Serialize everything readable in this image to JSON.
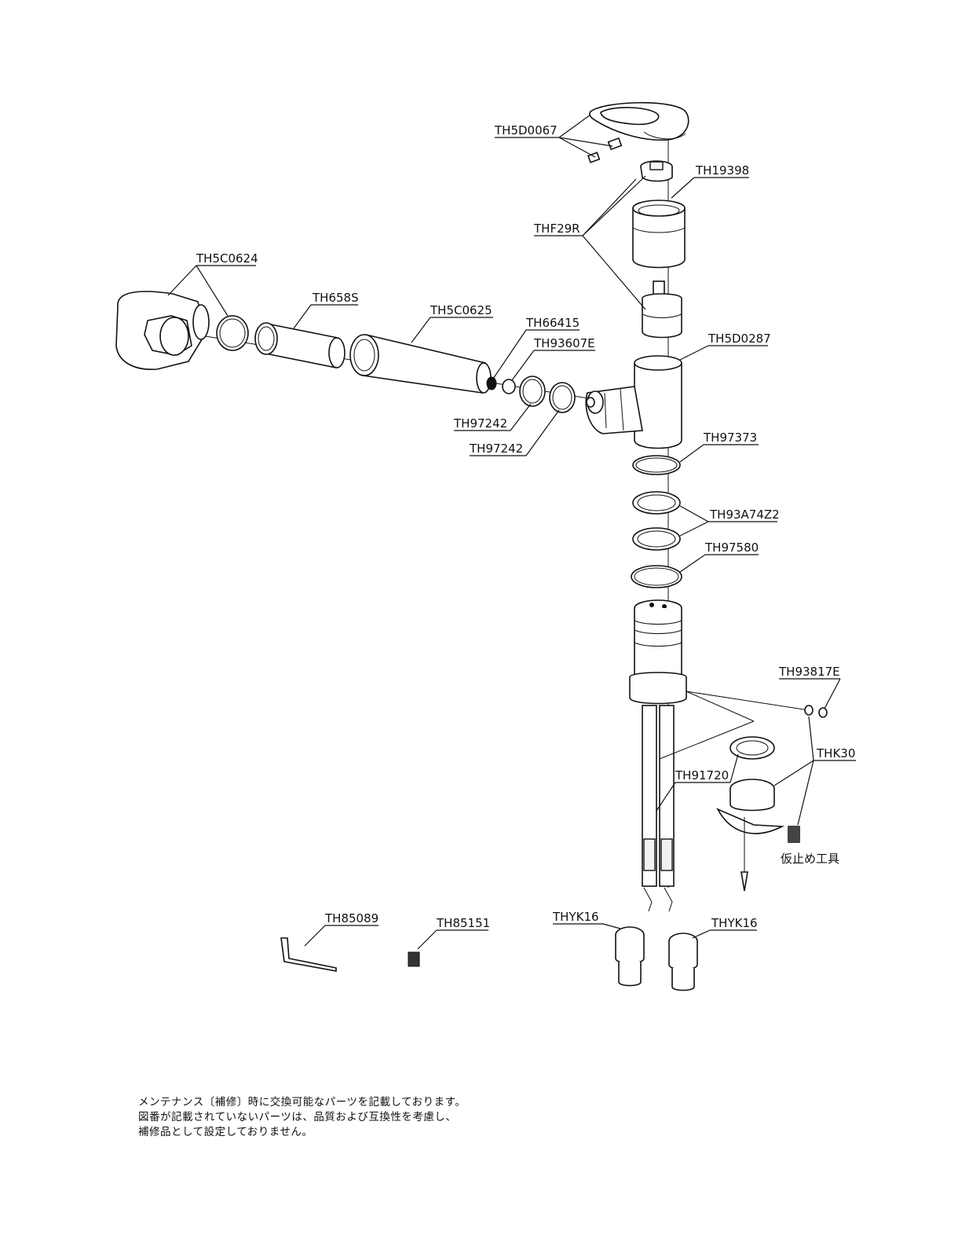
{
  "labels": {
    "th5d0067": "TH5D0067",
    "th19398": "TH19398",
    "thf29r": "THF29R",
    "th5c0624": "TH5C0624",
    "th658s": "TH658S",
    "th5c0625": "TH5C0625",
    "th66415": "TH66415",
    "th93607e": "TH93607E",
    "th5d0287": "TH5D0287",
    "th97242_a": "TH97242",
    "th97242_b": "TH97242",
    "th97373": "TH97373",
    "th93a74z2": "TH93A74Z2",
    "th97580": "TH97580",
    "th93817e": "TH93817E",
    "thk30": "THK30",
    "th91720": "TH91720",
    "temp_tool": "仮止め工具",
    "thyk16_left": "THYK16",
    "thyk16_right": "THYK16",
    "th85089": "TH85089",
    "th85151": "TH85151"
  },
  "note": {
    "line1": "メンテナンス〔補修〕時に交換可能なパーツを記載しております。",
    "line2": "図番が記載されていないパーツは、品質および互換性を考慮し、",
    "line3": "補修品として設定しておりません。"
  }
}
